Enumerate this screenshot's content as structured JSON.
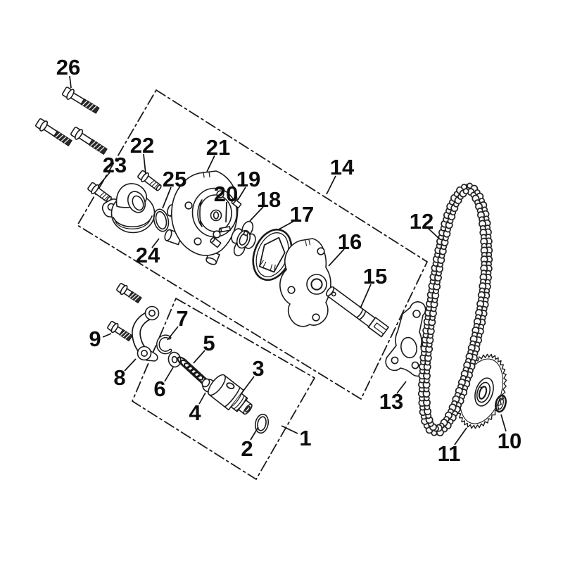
{
  "figure": {
    "type": "exploded-parts-diagram",
    "background_color": "#ffffff",
    "line_color": "#1a1a1a",
    "thread_color": "#2a2a2a",
    "callout_count": 26
  },
  "callouts": {
    "labels": [
      "1",
      "2",
      "3",
      "4",
      "5",
      "6",
      "7",
      "8",
      "9",
      "10",
      "11",
      "12",
      "13",
      "14",
      "15",
      "16",
      "17",
      "18",
      "19",
      "20",
      "21",
      "22",
      "23",
      "24",
      "25",
      "26"
    ]
  }
}
